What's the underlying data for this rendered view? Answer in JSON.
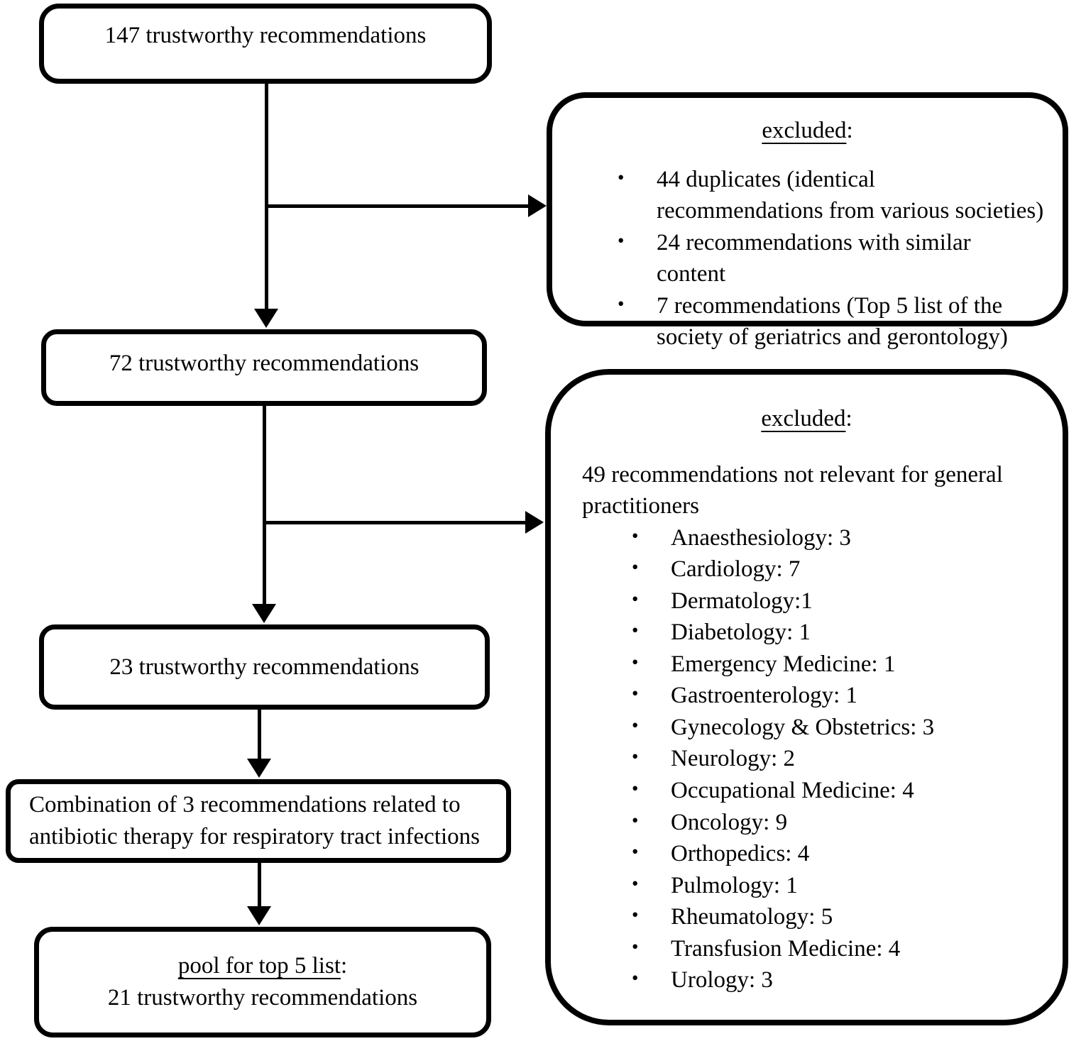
{
  "icons": {
    "bullet": "•"
  },
  "flowchart": {
    "box_147": {
      "label": "147 trustworthy recommendations"
    },
    "excluded1": {
      "title": "excluded",
      "title_suffix": ":",
      "items": [
        "44 duplicates (identical recommendations from various societies)",
        "24 recommendations with similar content",
        "7 recommendations (Top 5 list of the society of geriatrics and gerontology)"
      ]
    },
    "box_72": {
      "label": "72 trustworthy recommendations"
    },
    "excluded2": {
      "title": "excluded",
      "title_suffix": ":",
      "intro": "49 recommendations not relevant for general practitioners",
      "items": [
        "Anaesthesiology: 3",
        "Cardiology: 7",
        "Dermatology:1",
        "Diabetology: 1",
        "Emergency Medicine: 1",
        "Gastroenterology: 1",
        "Gynecology & Obstetrics: 3",
        "Neurology: 2",
        "Occupational Medicine: 4",
        "Oncology: 9",
        "Orthopedics: 4",
        "Pulmology: 1",
        "Rheumatology: 5",
        "Transfusion Medicine: 4",
        "Urology: 3"
      ]
    },
    "box_23": {
      "label": "23 trustworthy recommendations"
    },
    "box_combination": {
      "label": "Combination of 3 recommendations related to antibiotic therapy for respiratory tract infections"
    },
    "box_pool": {
      "title": "pool for top 5 list",
      "title_suffix": ":",
      "label": "21 trustworthy recommendations"
    }
  }
}
